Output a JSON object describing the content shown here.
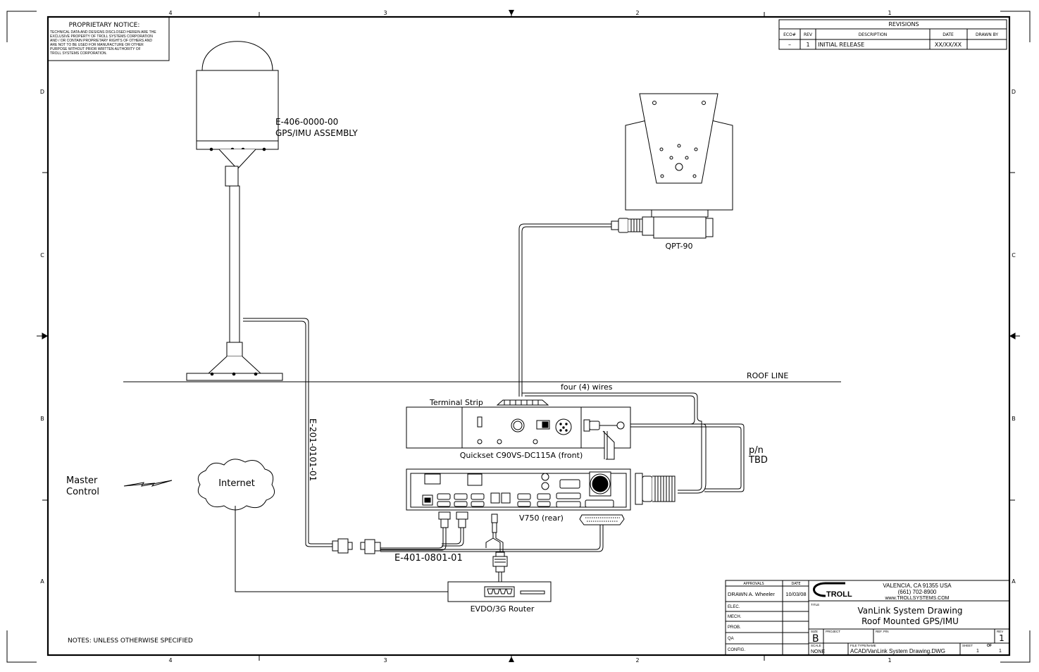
{
  "border": {
    "columns": [
      "4",
      "3",
      "2",
      "1"
    ],
    "rows": [
      "D",
      "C",
      "B",
      "A"
    ]
  },
  "notice": {
    "title": "PROPRIETARY NOTICE:",
    "lines": [
      "TECHNICAL DATA AND DESIGNS DISCLOSED HEREIN ARE THE",
      "EXCLUSIVE PROPERTY OF TROLL SYSTEMS CORPORATION",
      "AND / OR CONTAIN PROPRIETARY RIGHTS OF OTHERS AND",
      "ARE NOT TO BE USED FOR MANUFACTURE OR OTHER",
      "PURPOSE WITHOUT PRIOR WRITTEN AUTHORITY OF",
      "TROLL SYSTEMS CORPORATION."
    ]
  },
  "revisions": {
    "title": "REVISIONS",
    "headers": [
      "ECO#",
      "REV",
      "DESCRIPTION",
      "DATE",
      "DRAWN BY"
    ],
    "rows": [
      [
        "–",
        "1",
        "INITIAL RELEASE",
        "XX/XX/XX",
        ""
      ]
    ]
  },
  "labels": {
    "gps_part": "E-406-0000-00",
    "gps_name": "GPS/IMU ASSEMBLY",
    "qpt": "QPT-90",
    "roof": "ROOF LINE",
    "wires": "four (4) wires",
    "terminal": "Terminal Strip",
    "quickset": "Quickset C90VS-DC115A (front)",
    "pn": "p/n",
    "tbd": "TBD",
    "v750": "V750 (rear)",
    "cable_vertical": "E-201-0101-01",
    "cable_bottom": "E-401-0801-01",
    "master1": "Master",
    "master2": "Control",
    "internet": "Internet",
    "router": "EVDO/3G Router",
    "notes": "NOTES: UNLESS OTHERWISE SPECIFIED"
  },
  "title_block": {
    "approvals_header": "APPROVALS",
    "date_header": "DATE",
    "rows": [
      "DRAWN  A. Wheeler",
      "ELEC.",
      "MECH.",
      "PROB.",
      "QA",
      "CONFIG."
    ],
    "drawn_date": "10/03/08",
    "logo": "TROLL",
    "address1": "VALENCIA, CA 91355 USA",
    "address2": "(661) 702-8900",
    "address3": "www.TROLLSYSTEMS.COM",
    "title_label": "TITLE",
    "title1": "VanLink System Drawing",
    "title2": "Roof Mounted GPS/IMU",
    "size_label": "SIZE",
    "size": "B",
    "project_label": "PROJECT",
    "ref_label": "REF. P/N",
    "rev_label": "REV",
    "rev": "1",
    "scale_label": "SCALE",
    "scale": "NONE",
    "file_label": "FILE TYPE/NAME",
    "file": "ACAD/VanLink System Drawing.DWG",
    "sheet_label": "SHEET",
    "sheet": "1",
    "of_label": "OF",
    "of": "1"
  }
}
